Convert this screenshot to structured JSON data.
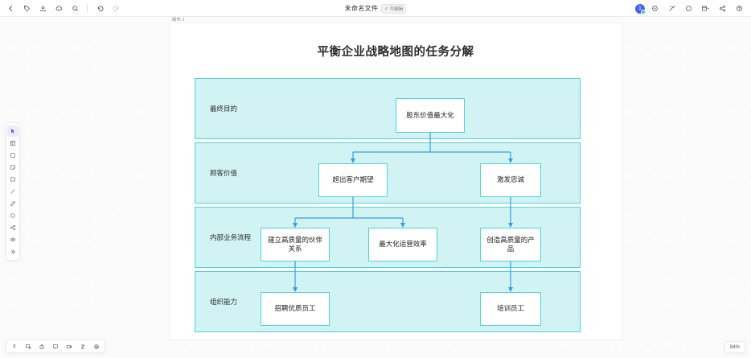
{
  "app": {
    "document_title": "未命名文件",
    "document_badge": "可编辑",
    "zoom_level": "84%",
    "canvas_tab": "画布 1"
  },
  "topbar": {
    "left_buttons": [
      {
        "name": "back-icon",
        "label": "返回"
      },
      {
        "name": "tag-icon",
        "label": "标签"
      },
      {
        "name": "save-icon",
        "label": "保存"
      },
      {
        "name": "cloud-icon",
        "label": "云同步"
      },
      {
        "name": "search-icon",
        "label": "搜索"
      }
    ],
    "history_buttons": [
      {
        "name": "undo-icon",
        "label": "撤销"
      },
      {
        "name": "redo-icon",
        "label": "重做"
      }
    ],
    "right_buttons": [
      {
        "name": "avatar",
        "label": "1"
      },
      {
        "name": "target-icon",
        "label": "定位"
      },
      {
        "name": "magic-wand-icon",
        "label": "美化"
      },
      {
        "name": "circle-icon",
        "label": "演示"
      },
      {
        "name": "layout-icon",
        "label": "布局"
      },
      {
        "name": "share-icon",
        "label": "分享"
      },
      {
        "name": "help-icon",
        "label": "帮助"
      }
    ]
  },
  "left_rail": [
    {
      "name": "select-tool",
      "label": "选择",
      "active": true
    },
    {
      "name": "table-tool",
      "label": "表格",
      "active": false
    },
    {
      "name": "shape-tool",
      "label": "形状",
      "active": false
    },
    {
      "name": "sticky-note-tool",
      "label": "便签",
      "active": false
    },
    {
      "name": "rectangle-tool",
      "label": "矩形",
      "active": false
    },
    {
      "name": "line-tool",
      "label": "直线",
      "active": false
    },
    {
      "name": "pen-tool",
      "label": "画笔",
      "active": false
    },
    {
      "name": "circle-tool",
      "label": "圆形",
      "active": false
    },
    {
      "name": "connector-tool",
      "label": "连接线",
      "active": false
    },
    {
      "name": "eye-tool",
      "label": "显示",
      "active": false
    },
    {
      "name": "more-tools",
      "label": "更多",
      "active": false
    }
  ],
  "bottom_rail": [
    {
      "name": "cursor-mode-icon",
      "label": "S"
    },
    {
      "name": "comment-icon",
      "label": "评论"
    },
    {
      "name": "timer-icon",
      "label": "计时"
    },
    {
      "name": "chat-icon",
      "label": "聊天"
    },
    {
      "name": "video-icon",
      "label": "视频"
    },
    {
      "name": "zen-mode-icon",
      "label": "Z"
    },
    {
      "name": "mention-icon",
      "label": "提及"
    }
  ],
  "diagram": {
    "title": "平衡企业战略地图的任务分解",
    "colors": {
      "band_fill": "#d2f3f3",
      "band_border": "#4fd3dc",
      "node_fill": "#ffffff",
      "node_border": "#4fd3dc",
      "connector": "#3b9de0",
      "page_background": "#ffffff"
    },
    "bands": [
      {
        "name": "band-ultimate-goal",
        "label": "最终目的",
        "nodes": [
          {
            "name": "node-shareholder-value",
            "text": "股东价值最大化"
          }
        ]
      },
      {
        "name": "band-customer-value",
        "label": "顾客价值",
        "nodes": [
          {
            "name": "node-exceed-expectations",
            "text": "超出客户期望"
          },
          {
            "name": "node-inspire-loyalty",
            "text": "激发忠诚"
          }
        ]
      },
      {
        "name": "band-internal-process",
        "label": "内部业务流程",
        "nodes": [
          {
            "name": "node-build-partnerships",
            "text": "建立高质量的伙伴关系"
          },
          {
            "name": "node-maximize-efficiency",
            "text": "最大化运营效率"
          },
          {
            "name": "node-create-quality-products",
            "text": "创造高质量的产品"
          }
        ]
      },
      {
        "name": "band-org-capability",
        "label": "组织能力",
        "nodes": [
          {
            "name": "node-recruit-quality-staff",
            "text": "招聘优质员工"
          },
          {
            "name": "node-train-staff",
            "text": "培训员工"
          }
        ]
      }
    ]
  }
}
